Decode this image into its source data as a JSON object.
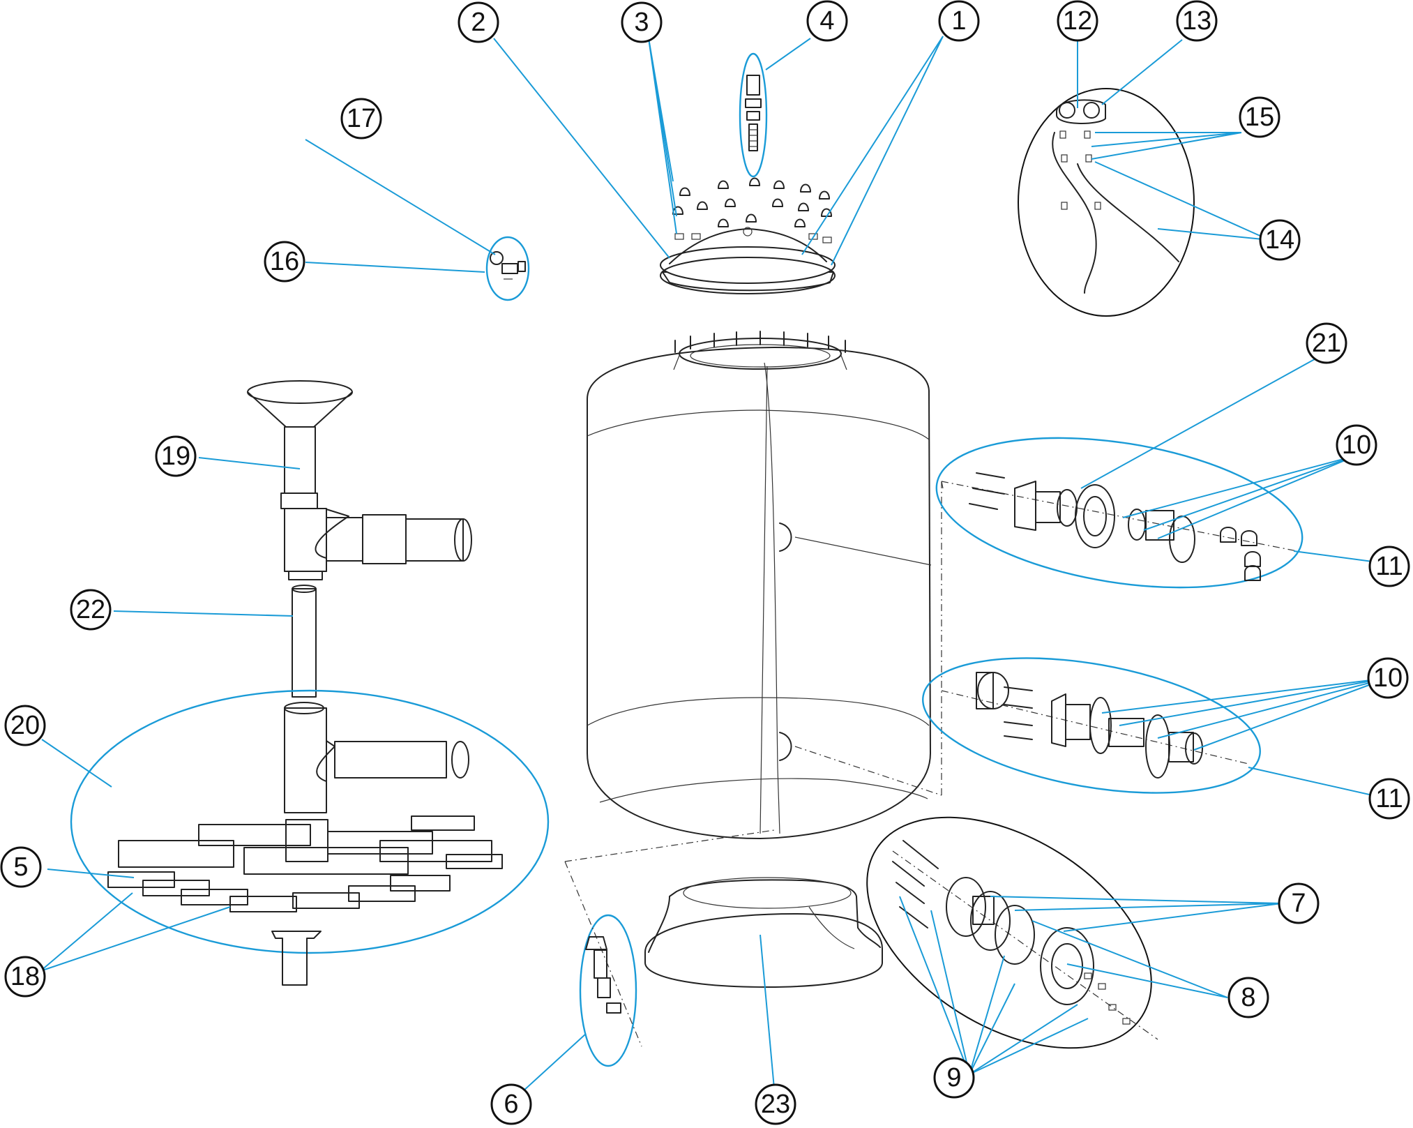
{
  "callouts": [
    "1",
    "2",
    "3",
    "4",
    "5",
    "6",
    "7",
    "8",
    "9",
    "10",
    "10",
    "11",
    "11",
    "12",
    "13",
    "14",
    "15",
    "16",
    "17",
    "18",
    "19",
    "20",
    "21",
    "22",
    "23"
  ],
  "colors": {
    "leader": "#1a9bd7",
    "line_art": "#222222",
    "background": "#ffffff"
  }
}
